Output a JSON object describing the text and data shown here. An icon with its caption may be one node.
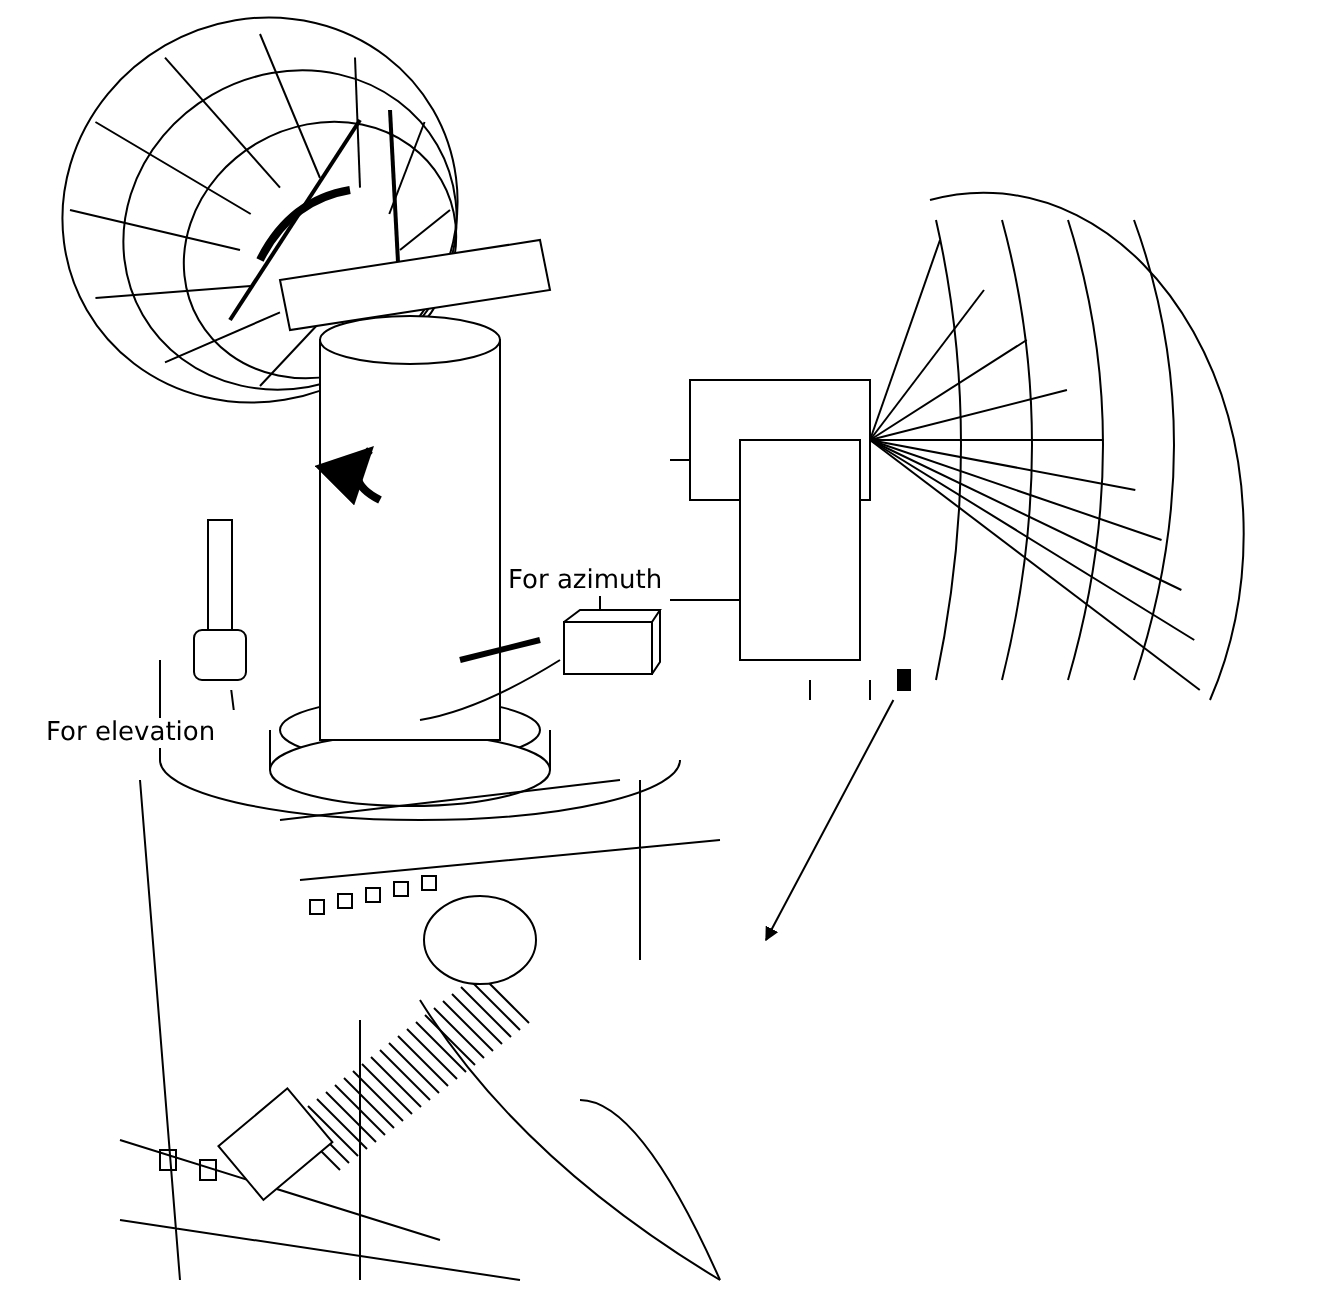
{
  "diagram": {
    "nodes": [
      {
        "text": [],
        "shape": "picture"
      },
      {
        "text": [
          "For elevation"
        ],
        "in": 0
      },
      {
        "text": [
          "For azimuth"
        ],
        "in": 0
      },
      {
        "text": [],
        "shape": "picture"
      },
      {
        "text": [],
        "shape": "picture"
      },
      {
        "text": [],
        "shape": "cylinder",
        "in": 0
      },
      {
        "text": [],
        "shape": "box",
        "in": 0
      }
    ],
    "edges": [
      {
        "from": 1,
        "to": 5,
        "arrow": "none"
      },
      {
        "from": 2,
        "to": 6,
        "arrow": "none"
      },
      {
        "from": 3,
        "to": 4,
        "arrow": "to"
      }
    ]
  }
}
